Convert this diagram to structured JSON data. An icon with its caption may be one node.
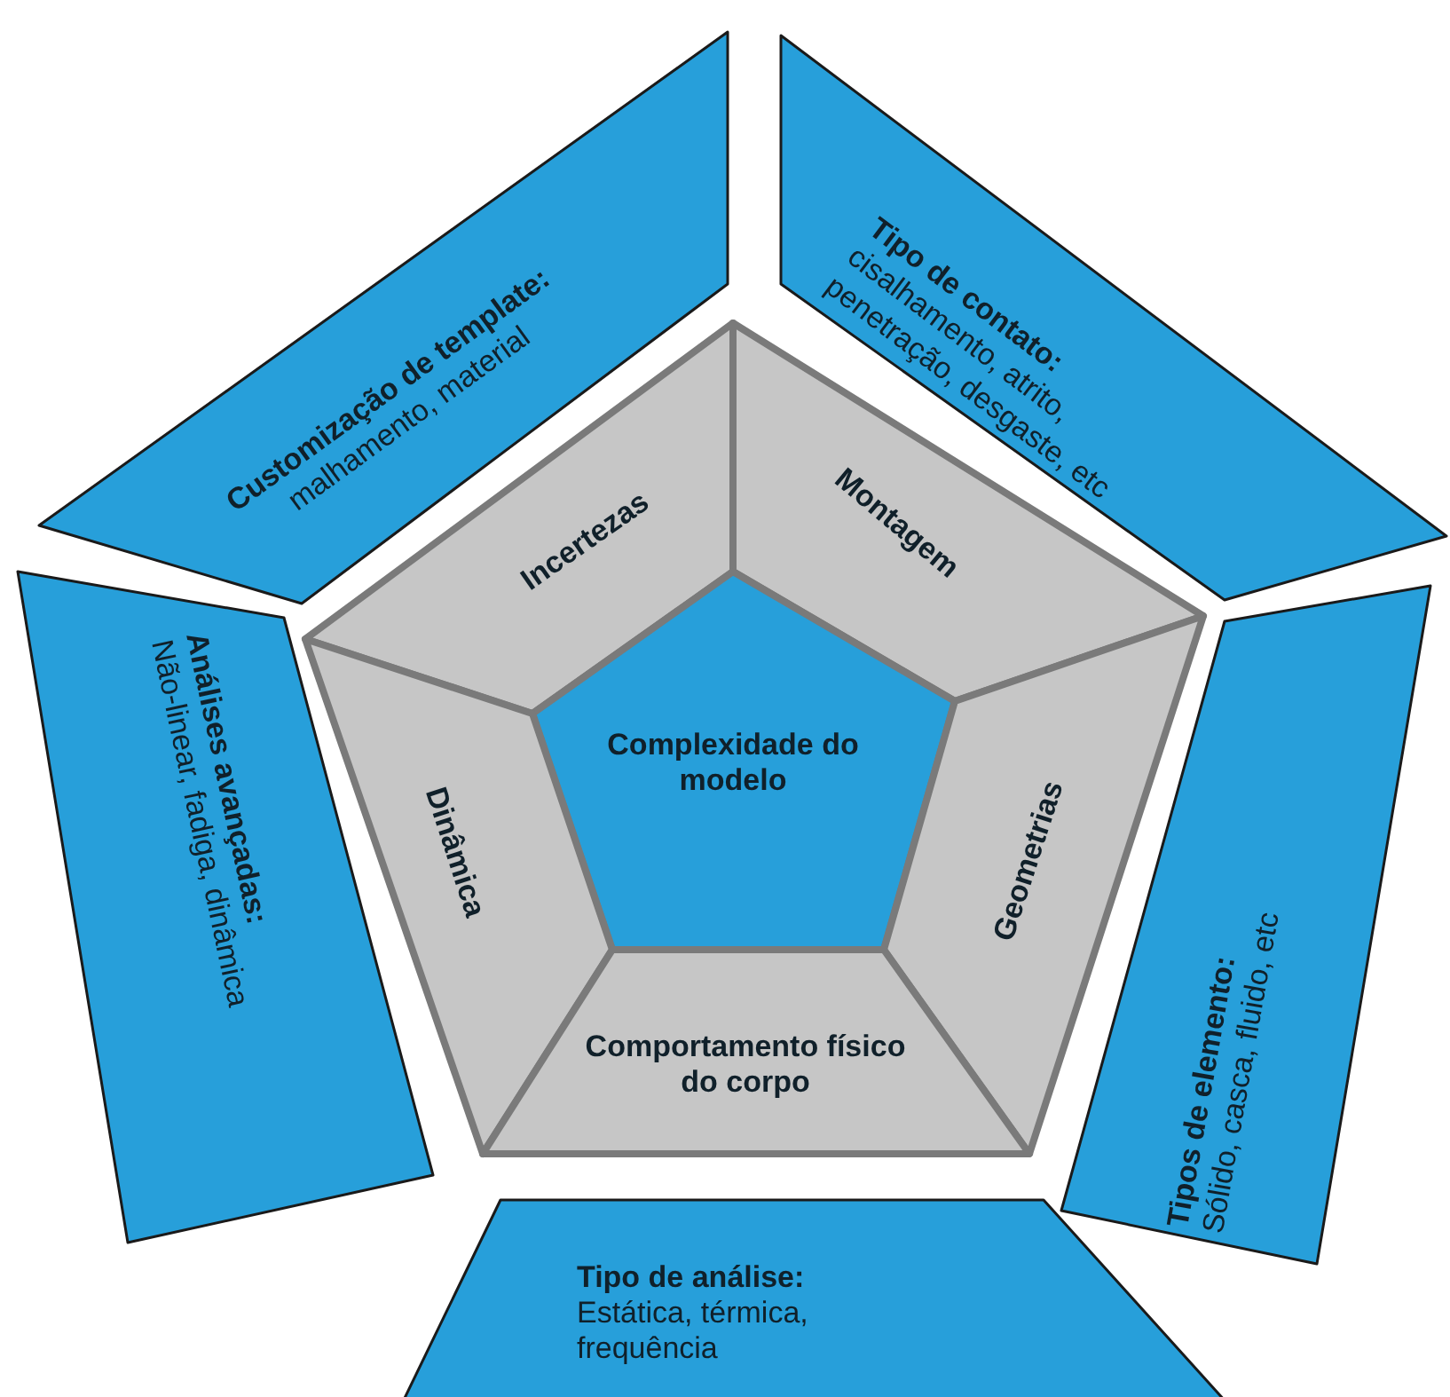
{
  "diagram": {
    "nodes": [
      {
        "text": [
          "Customização de template:",
          "malhamento, material"
        ]
      },
      {
        "text": [
          "Tipo de contato:",
          "cisalhamento, atrito, penetração, desgaste, etc"
        ]
      },
      {
        "text": [
          "Incertezas"
        ]
      },
      {
        "text": [
          "Montagem"
        ]
      },
      {
        "text": [
          "Análises avançadas:",
          "Não-linear, fadiga, dinâmica"
        ]
      },
      {
        "text": [
          "Complexidade do modelo"
        ]
      },
      {
        "text": [
          "Dinâmica"
        ]
      },
      {
        "text": [
          "Geometrias"
        ]
      },
      {
        "text": [
          "Tipos de elemento:",
          "Sólido, casca, fluido, etc"
        ]
      },
      {
        "text": [
          "Comportamento físico do corpo"
        ]
      },
      {
        "text": [
          "Tipo de análise:",
          "Estática, térmica, frequência"
        ]
      }
    ]
  }
}
